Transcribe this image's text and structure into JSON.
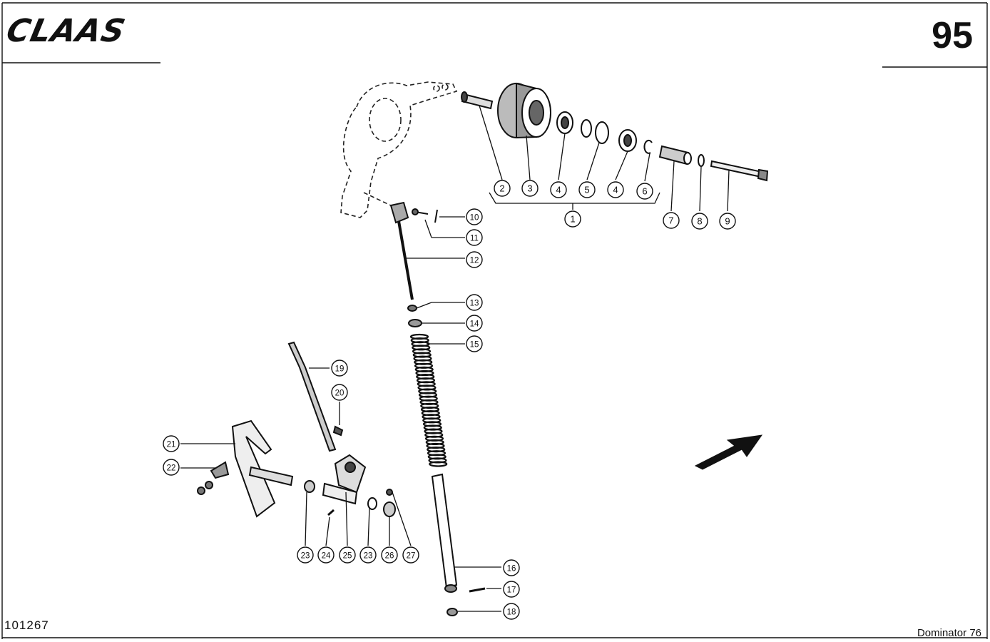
{
  "header": {
    "brand": "CLAAS",
    "page_number": "95"
  },
  "footer": {
    "drawing_number": "101267",
    "model": "Dominator 76"
  },
  "callouts": [
    "1",
    "2",
    "3",
    "4",
    "5",
    "4",
    "6",
    "7",
    "8",
    "9",
    "10",
    "11",
    "12",
    "13",
    "14",
    "15",
    "16",
    "17",
    "18",
    "19",
    "20",
    "21",
    "22",
    "23",
    "24",
    "25",
    "23",
    "26",
    "27"
  ]
}
